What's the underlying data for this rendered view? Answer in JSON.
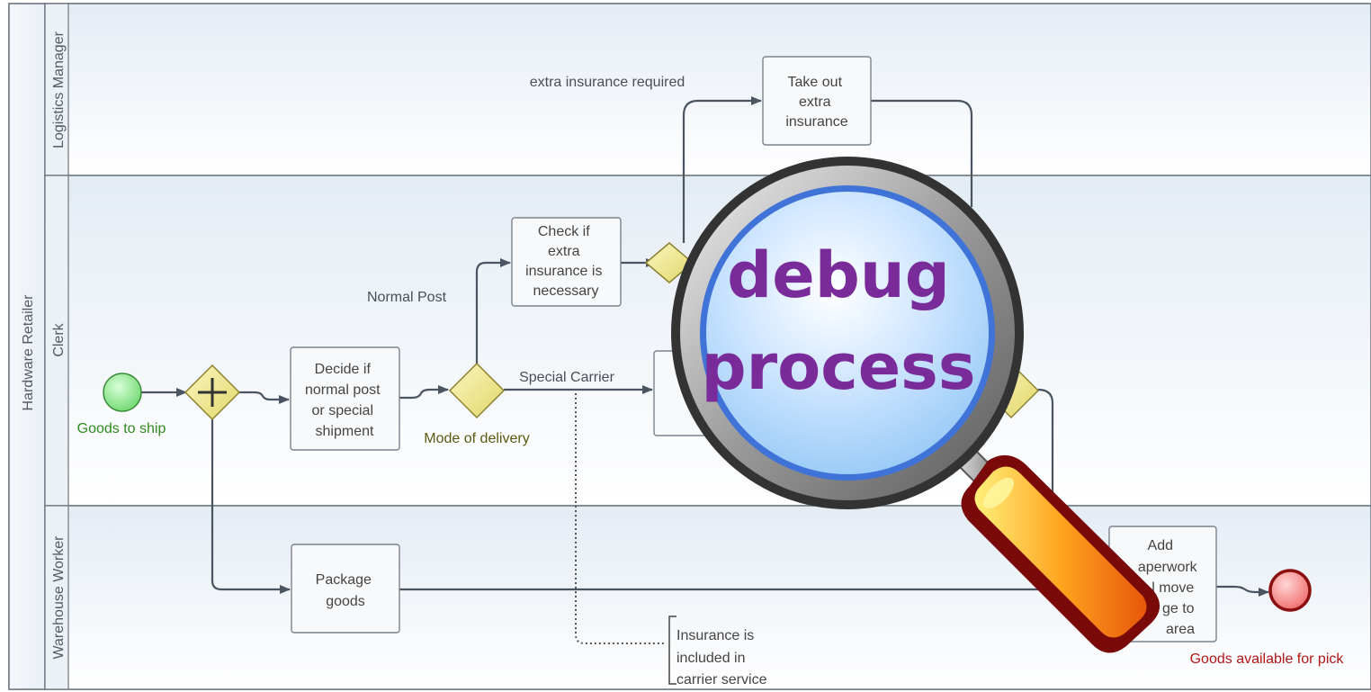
{
  "pool": {
    "name": "Hardware Retailer"
  },
  "lanes": [
    {
      "id": "logistics",
      "name": "Logistics  Manager"
    },
    {
      "id": "clerk",
      "name": "Clerk"
    },
    {
      "id": "warehouse",
      "name": "Warehouse Worker"
    }
  ],
  "events": {
    "start": {
      "label": "Goods  to ship"
    },
    "end": {
      "label": "Goods available  for pick"
    }
  },
  "gateways": {
    "mode_of_delivery": {
      "label": "Mode of delivery"
    }
  },
  "tasks": {
    "decide": {
      "lines": [
        "Decide if",
        "normal post",
        "or special",
        "shipment"
      ]
    },
    "check": {
      "lines": [
        "Check if",
        "extra",
        "insurance is",
        "necessary"
      ]
    },
    "take_out": {
      "lines": [
        "Take out",
        "extra",
        "insurance"
      ]
    },
    "package": {
      "lines": [
        "Package",
        "goods"
      ]
    },
    "add_paperwork": {
      "lines": [
        "Add",
        "aperwork",
        "l move",
        "ge to",
        "area"
      ]
    }
  },
  "flow_labels": {
    "normal_post": "Normal Post",
    "special_carrier": "Special Carrier",
    "extra_insurance": "extra insurance required"
  },
  "annotation": {
    "lines": [
      "Insurance is",
      "included in",
      "carrier service"
    ]
  },
  "overlay": {
    "line1": "debug",
    "line2": "process"
  }
}
